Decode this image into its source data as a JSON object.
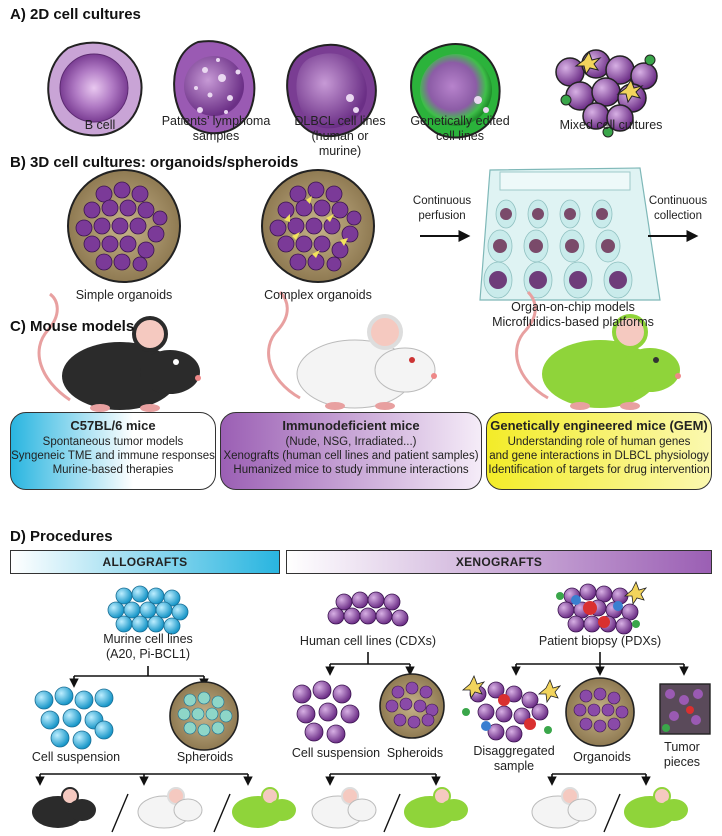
{
  "sections": {
    "a": "A) 2D cell cultures",
    "b": "B) 3D cell cultures: organoids/spheroids",
    "c": "C) Mouse models",
    "d": "D) Procedures"
  },
  "cultures_2d": [
    {
      "label": "B cell"
    },
    {
      "label": "Patients’ lymphoma samples"
    },
    {
      "label": "DLBCL cell lines (human or murine)"
    },
    {
      "label": "Genetically edited cell lines"
    },
    {
      "label": "Mixed cell cultures"
    }
  ],
  "cultures_3d": {
    "simple": "Simple organoids",
    "complex": "Complex organoids",
    "perfusion": "Continuous perfusion",
    "collection": "Continuous collection",
    "chip_line1": "Organ-on-chip models",
    "chip_line2": "Microfluidics-based platforms"
  },
  "mouse_models": [
    {
      "title": "C57BL/6 mice",
      "lines": [
        "Spontaneous tumor models",
        "Syngeneic TME and immune responses",
        "Murine-based therapies"
      ]
    },
    {
      "title": "Immunodeficient mice",
      "lines": [
        "(Nude, NSG, Irradiated...)",
        "Xenografts (human cell lines and patient samples)",
        "Humanized mice to study immune interactions"
      ]
    },
    {
      "title": "Genetically engineered mice (GEM)",
      "lines": [
        "Understanding role of human genes",
        "and gene interactions in DLBCL physiology",
        "Identification of targets for drug intervention"
      ]
    }
  ],
  "procedures": {
    "allografts": "ALLOGRAFTS",
    "xenografts": "XENOGRAFTS",
    "murine_lines_1": "Murine cell lines",
    "murine_lines_2": "(A20, Pi-BCL1)",
    "human_lines": "Human cell lines (CDXs)",
    "patient_biopsy": "Patient biopsy (PDXs)",
    "cell_suspension_a": "Cell suspension",
    "spheroids_a": "Spheroids",
    "cell_suspension_x": "Cell suspension",
    "spheroids_x": "Spheroids",
    "disaggregated_1": "Disaggregated",
    "disaggregated_2": "sample",
    "organoids": "Organoids",
    "tumor_1": "Tumor",
    "tumor_2": "pieces"
  },
  "colors": {
    "purple_cell": "#8e4fa8",
    "purple_dark": "#4b1f61",
    "cyan_cell": "#29b5e0",
    "green_mouse": "#8fd43a",
    "black_mouse": "#2b2b2b",
    "tan_spheroid": "#a08a5e",
    "c57_box": "#29b5e0",
    "immuno_box": "#9b5fb4",
    "gem_box": "#f2ec2a",
    "xeno_band": "#9b5fb4"
  }
}
